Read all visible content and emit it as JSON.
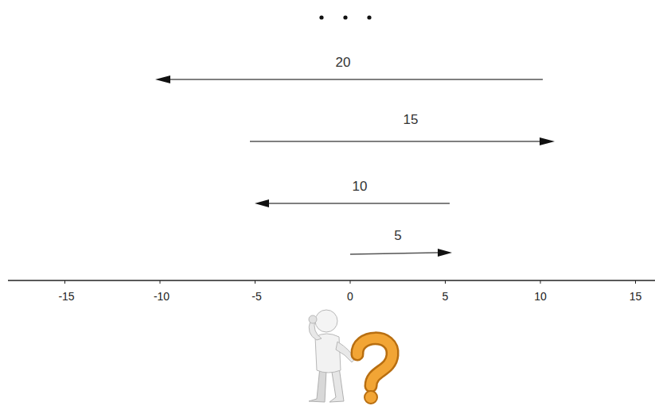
{
  "diagram": {
    "labels": [
      "20",
      "15",
      "10",
      "5",
      "-15",
      "-10",
      "-5",
      "0",
      "5",
      "10",
      "15"
    ]
  }
}
